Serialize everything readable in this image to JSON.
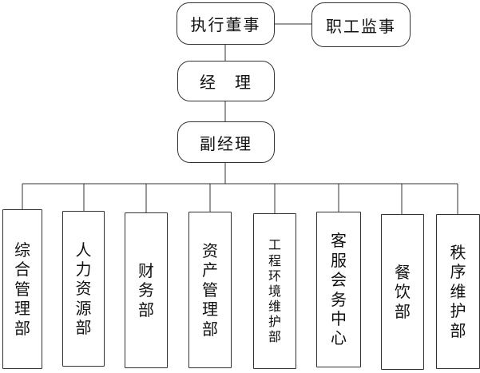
{
  "top": {
    "director": "执行董事",
    "supervisor": "职工监事"
  },
  "manager": "经　理",
  "deputy_manager": "副经理",
  "departments": [
    {
      "label": "综\n合\n管\n理\n部"
    },
    {
      "label": "人\n力\n资\n源\n部"
    },
    {
      "label": "财\n务\n部"
    },
    {
      "label": "资\n产\n管\n理\n部"
    },
    {
      "label": "工\n程\n环\n境\n维\n护\n部"
    },
    {
      "label": "客\n服\n会\n务\n中\n心"
    },
    {
      "label": "餐\n饮\n部"
    },
    {
      "label": "秩\n序\n维\n护\n部"
    }
  ]
}
